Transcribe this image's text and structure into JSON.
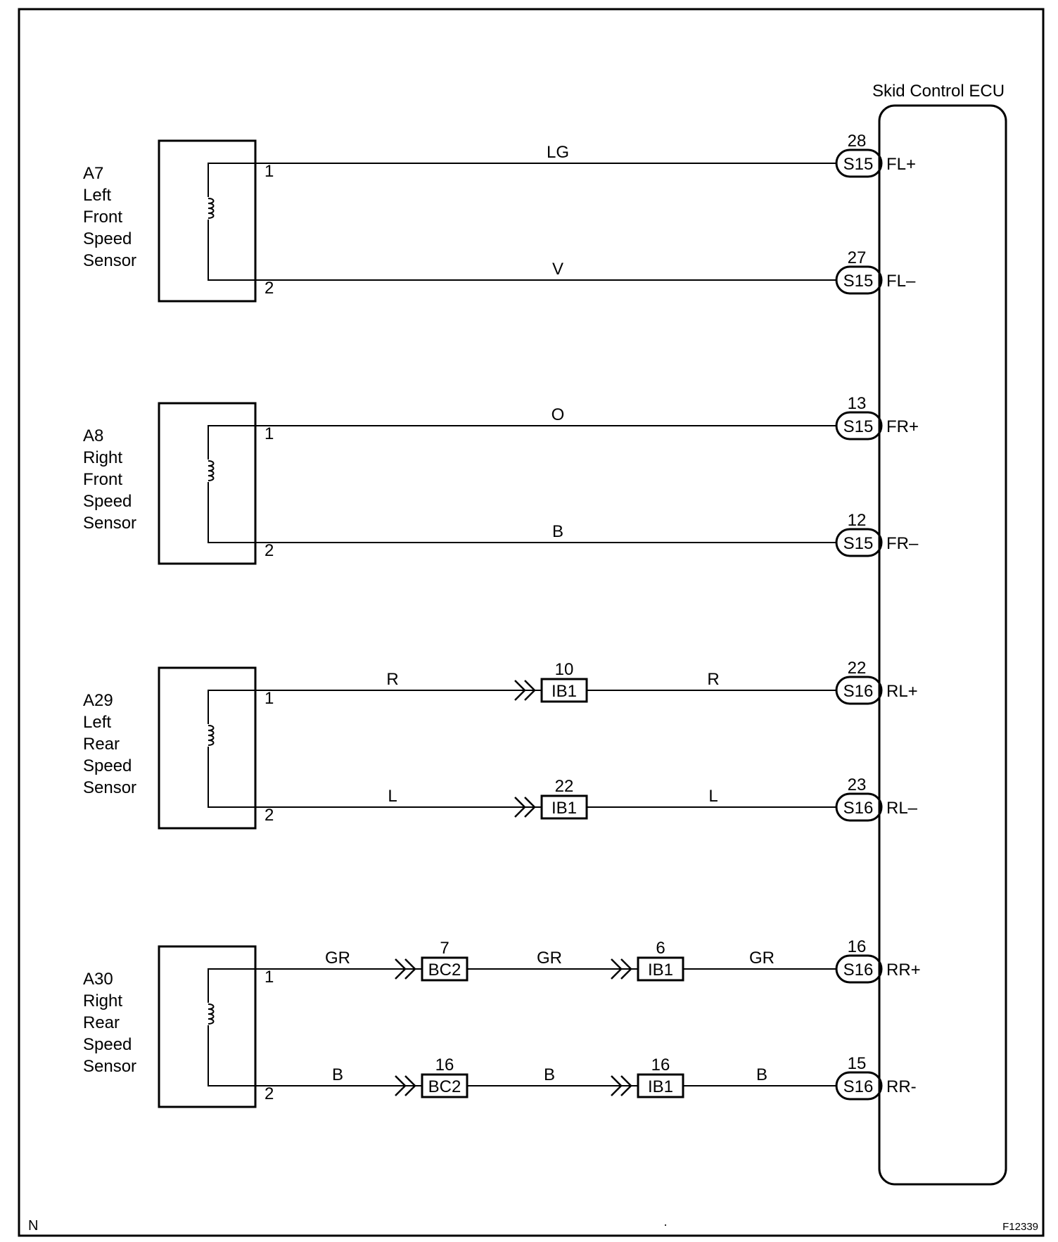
{
  "ecu": {
    "title": "Skid Control ECU"
  },
  "sensors": [
    {
      "id": "A7",
      "lines": [
        "A7",
        "Left",
        "Front",
        "Speed",
        "Sensor"
      ],
      "pin_top": "1",
      "pin_bottom": "2"
    },
    {
      "id": "A8",
      "lines": [
        "A8",
        "Right",
        "Front",
        "Speed",
        "Sensor"
      ],
      "pin_top": "1",
      "pin_bottom": "2"
    },
    {
      "id": "A29",
      "lines": [
        "A29",
        "Left",
        "Rear",
        "Speed",
        "Sensor"
      ],
      "pin_top": "1",
      "pin_bottom": "2"
    },
    {
      "id": "A30",
      "lines": [
        "A30",
        "Right",
        "Rear",
        "Speed",
        "Sensor"
      ],
      "pin_top": "1",
      "pin_bottom": "2"
    }
  ],
  "wires": [
    {
      "sensor": 0,
      "pin": "top",
      "color_codes": [
        "LG"
      ],
      "junctions": [],
      "ecu_pin": "28",
      "ecu_connector": "S15",
      "ecu_label": "FL+"
    },
    {
      "sensor": 0,
      "pin": "bottom",
      "color_codes": [
        "V"
      ],
      "junctions": [],
      "ecu_pin": "27",
      "ecu_connector": "S15",
      "ecu_label": "FL–"
    },
    {
      "sensor": 1,
      "pin": "top",
      "color_codes": [
        "O"
      ],
      "junctions": [],
      "ecu_pin": "13",
      "ecu_connector": "S15",
      "ecu_label": "FR+"
    },
    {
      "sensor": 1,
      "pin": "bottom",
      "color_codes": [
        "B"
      ],
      "junctions": [],
      "ecu_pin": "12",
      "ecu_connector": "S15",
      "ecu_label": "FR–"
    },
    {
      "sensor": 2,
      "pin": "top",
      "color_codes": [
        "R",
        "R"
      ],
      "junctions": [
        {
          "name": "IB1",
          "pin": "10"
        }
      ],
      "ecu_pin": "22",
      "ecu_connector": "S16",
      "ecu_label": "RL+"
    },
    {
      "sensor": 2,
      "pin": "bottom",
      "color_codes": [
        "L",
        "L"
      ],
      "junctions": [
        {
          "name": "IB1",
          "pin": "22"
        }
      ],
      "ecu_pin": "23",
      "ecu_connector": "S16",
      "ecu_label": "RL–"
    },
    {
      "sensor": 3,
      "pin": "top",
      "color_codes": [
        "GR",
        "GR",
        "GR"
      ],
      "junctions": [
        {
          "name": "BC2",
          "pin": "7"
        },
        {
          "name": "IB1",
          "pin": "6"
        }
      ],
      "ecu_pin": "16",
      "ecu_connector": "S16",
      "ecu_label": "RR+"
    },
    {
      "sensor": 3,
      "pin": "bottom",
      "color_codes": [
        "B",
        "B",
        "B"
      ],
      "junctions": [
        {
          "name": "BC2",
          "pin": "16"
        },
        {
          "name": "IB1",
          "pin": "16"
        }
      ],
      "ecu_pin": "15",
      "ecu_connector": "S16",
      "ecu_label": "RR-"
    }
  ],
  "footer": {
    "left_mark": "N",
    "center_mark": ".",
    "figure_id": "F12339"
  }
}
